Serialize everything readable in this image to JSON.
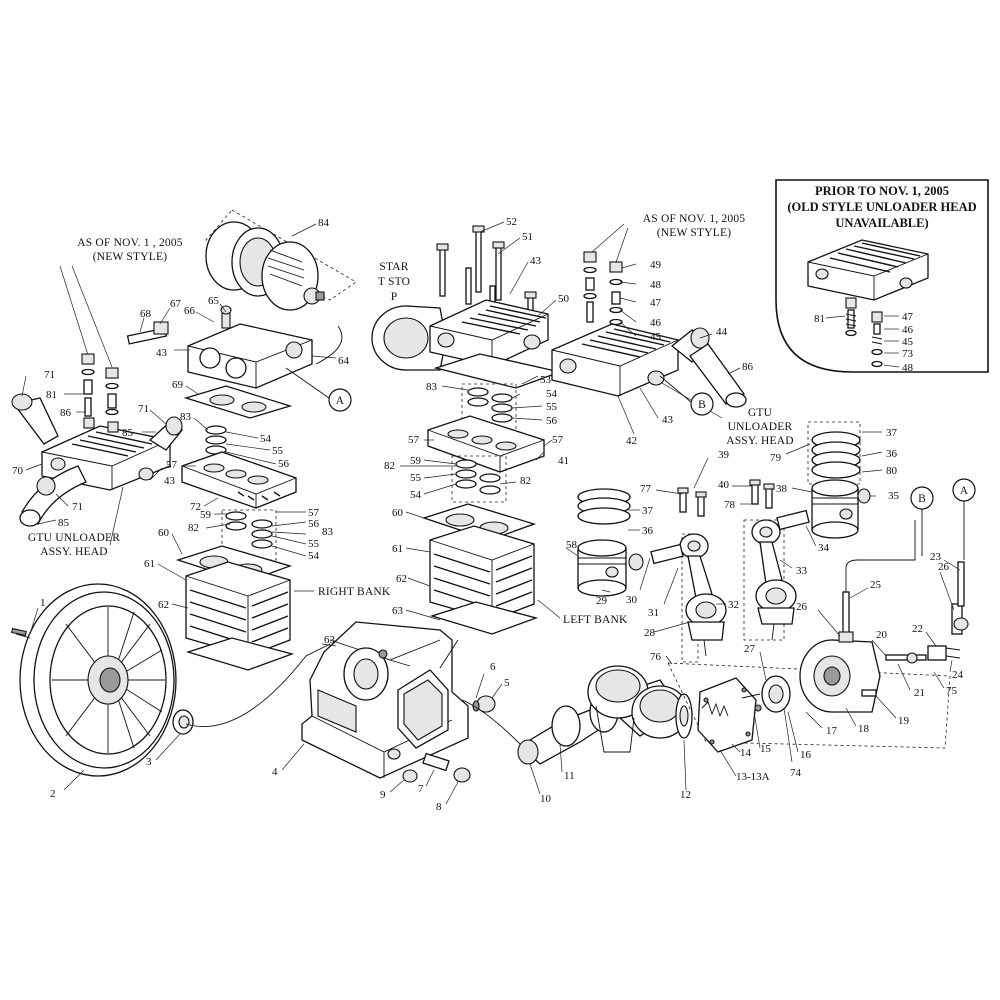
{
  "labels": {
    "new_style_left": [
      "AS OF NOV. 1 , 2005",
      "(NEW STYLE)"
    ],
    "new_style_right": [
      "AS OF NOV. 1, 2005",
      "(NEW STYLE)"
    ],
    "gtu_left": [
      "GTU UNLOADER",
      "ASSY. HEAD"
    ],
    "gtu_right": [
      "GTU",
      "UNLOADER",
      "ASSY. HEAD"
    ],
    "start_stop": [
      "STAR",
      "T STO",
      "P"
    ],
    "right_bank": "RIGHT BANK",
    "left_bank": "LEFT BANK"
  },
  "inset": {
    "title": [
      "PRIOR TO NOV. 1, 2005",
      "(OLD STYLE UNLOADER HEAD",
      "UNAVAILABLE)"
    ],
    "callouts": [
      "81",
      "47",
      "46",
      "45",
      "73",
      "48"
    ]
  },
  "callout_letters": [
    "A",
    "B"
  ],
  "part_numbers": {
    "p1": "1",
    "p2": "2",
    "p3": "3",
    "p4": "4",
    "p5": "5",
    "p6": "6",
    "p7": "7",
    "p8": "8",
    "p9": "9",
    "p10": "10",
    "p11": "11",
    "p12": "12",
    "p13": "13-13A",
    "p14": "14",
    "p15": "15",
    "p16": "16",
    "p17": "17",
    "p18": "18",
    "p19": "19",
    "p20": "20",
    "p21": "21",
    "p22": "22",
    "p23": "23",
    "p24": "24",
    "p25": "25",
    "p26a": "26",
    "p26b": "26",
    "p27": "27",
    "p28": "28",
    "p29": "29",
    "p30": "30",
    "p31": "31",
    "p32": "32",
    "p33": "33",
    "p34": "34",
    "p35": "35",
    "p36a": "36",
    "p36b": "36",
    "p37a": "37",
    "p37b": "37",
    "p38": "38",
    "p39": "39",
    "p40": "40",
    "p41": "41",
    "p42": "42",
    "p43a": "43",
    "p43b": "43",
    "p43c": "43",
    "p43d": "43",
    "p44": "44",
    "p45": "45",
    "p46": "46",
    "p47": "47",
    "p48": "48",
    "p49": "49",
    "p50": "50",
    "p51": "51",
    "p52": "52",
    "p53": "53",
    "p54a": "54",
    "p54b": "54",
    "p54c": "54",
    "p54d": "54",
    "p55a": "55",
    "p55b": "55",
    "p55c": "55",
    "p55d": "55",
    "p56a": "56",
    "p56b": "56",
    "p56c": "56",
    "p57a": "57",
    "p57b": "57",
    "p57c": "57",
    "p58": "58",
    "p59a": "59",
    "p59b": "59",
    "p60a": "60",
    "p60b": "60",
    "p61a": "61",
    "p61b": "61",
    "p62a": "62",
    "p62b": "62",
    "p63a": "63",
    "p63b": "63",
    "p64": "64",
    "p65": "65",
    "p66": "66",
    "p67": "67",
    "p68": "68",
    "p69": "69",
    "p70": "70",
    "p71a": "71",
    "p71b": "71",
    "p71c": "71",
    "p72": "72",
    "p74": "74",
    "p75": "75",
    "p76": "76",
    "p77": "77",
    "p78": "78",
    "p79": "79",
    "p80": "80",
    "p81": "81",
    "p82a": "82",
    "p82b": "82",
    "p82c": "82",
    "p83a": "83",
    "p83b": "83",
    "p83c": "83",
    "p84": "84",
    "p85a": "85",
    "p85b": "85",
    "p86a": "86",
    "p86b": "86"
  }
}
